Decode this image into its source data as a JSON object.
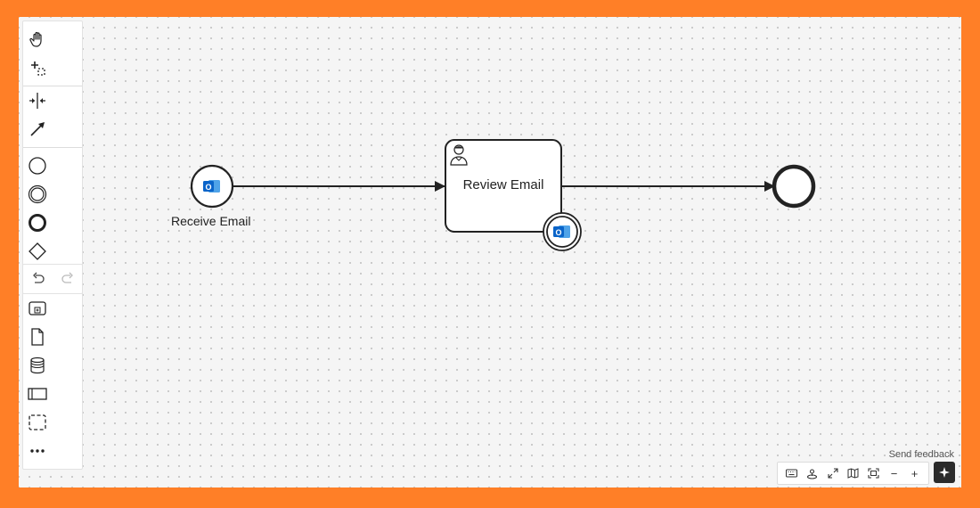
{
  "diagram": {
    "start_event_label": "Receive Email",
    "task_label": "Review Email"
  },
  "footer": {
    "send_feedback": "Send feedback",
    "zoom_out": "−",
    "zoom_in": "+"
  },
  "icons": {
    "palette": [
      "hand-tool-icon",
      "lasso-tool-icon",
      "space-tool-icon",
      "connect-tool-icon",
      "start-event-icon",
      "intermediate-event-icon",
      "end-event-icon",
      "gateway-icon",
      "task-icon",
      "subprocess-icon",
      "data-object-icon",
      "data-store-icon",
      "pool-icon",
      "group-icon",
      "more-icon"
    ],
    "history": [
      "undo-icon",
      "redo-icon"
    ],
    "bottom_bar": [
      "keyboard-icon",
      "location-icon",
      "fullscreen-icon",
      "map-icon",
      "fit-view-icon",
      "zoom-out-icon",
      "zoom-in-icon",
      "ai-assistant-icon"
    ]
  },
  "colors": {
    "frame": "#ff7f27",
    "outlook_blue": "#0a64c9"
  }
}
